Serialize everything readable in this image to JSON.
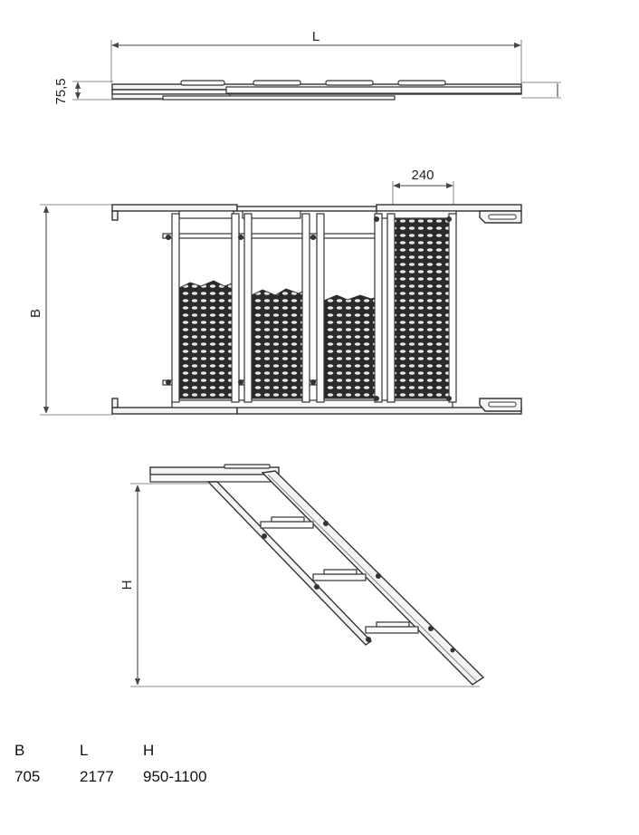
{
  "top_view": {
    "length_label": "L",
    "height_label": "75,5"
  },
  "plan_view": {
    "width_label": "B",
    "step_label": "240"
  },
  "side_view": {
    "height_label": "H"
  },
  "specs": {
    "headers": [
      "B",
      "L",
      "H"
    ],
    "values": [
      "705",
      "2177",
      "950-1100"
    ]
  }
}
